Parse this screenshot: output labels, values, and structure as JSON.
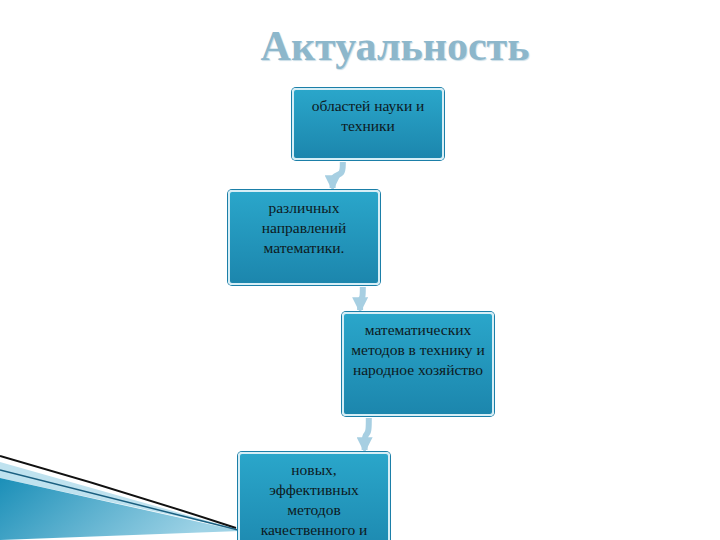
{
  "diagram": {
    "title": "Актуальность",
    "nodes": [
      {
        "text": [
          "областей науки и техники"
        ]
      },
      {
        "text": [
          "различных направлений математики."
        ]
      },
      {
        "text": [
          "математических методов в технику и народное хозяйство"
        ]
      },
      {
        "text": [
          "новых, эффективных методов качественного и"
        ]
      }
    ],
    "edges": [
      {
        "from": 0,
        "to": 1,
        "arrow": "to"
      },
      {
        "from": 1,
        "to": 2,
        "arrow": "to"
      },
      {
        "from": 2,
        "to": 3,
        "arrow": "to"
      }
    ]
  }
}
